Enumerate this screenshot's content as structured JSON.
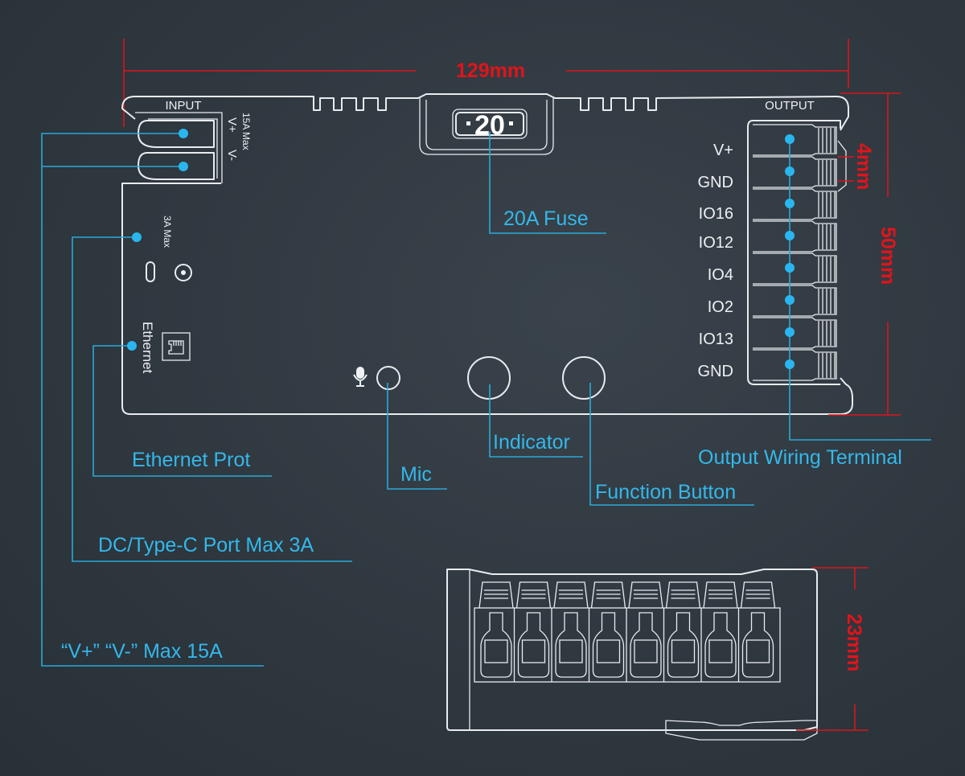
{
  "dimensions": {
    "width": "129mm",
    "height": "50mm",
    "pitch": "4mm",
    "depth": "23mm"
  },
  "board_labels": {
    "input": "INPUT",
    "input_v_plus": "V+",
    "input_v_minus": "V-",
    "input_max": "15A Max",
    "output": "OUTPUT",
    "dc_max": "3A Max",
    "ethernet": "Ethernet",
    "fuse_value": "20"
  },
  "output_pins": [
    {
      "label": "V+"
    },
    {
      "label": "GND"
    },
    {
      "label": "IO16"
    },
    {
      "label": "IO12"
    },
    {
      "label": "IO4"
    },
    {
      "label": "IO2"
    },
    {
      "label": "IO13"
    },
    {
      "label": "GND"
    }
  ],
  "callouts": {
    "fuse": "20A Fuse",
    "ethernet_port": "Ethernet Prot",
    "mic": "Mic",
    "indicator": "Indicator",
    "function_button": "Function Button",
    "output_terminal": "Output Wiring Terminal",
    "dc_port": "DC/Type-C Port Max 3A",
    "power_input": "“V+” “V-” Max 15A"
  },
  "colors": {
    "background": "#2f373f",
    "outline": "#e8ecef",
    "callout": "#33b8ea",
    "dimension": "#e0141b"
  }
}
